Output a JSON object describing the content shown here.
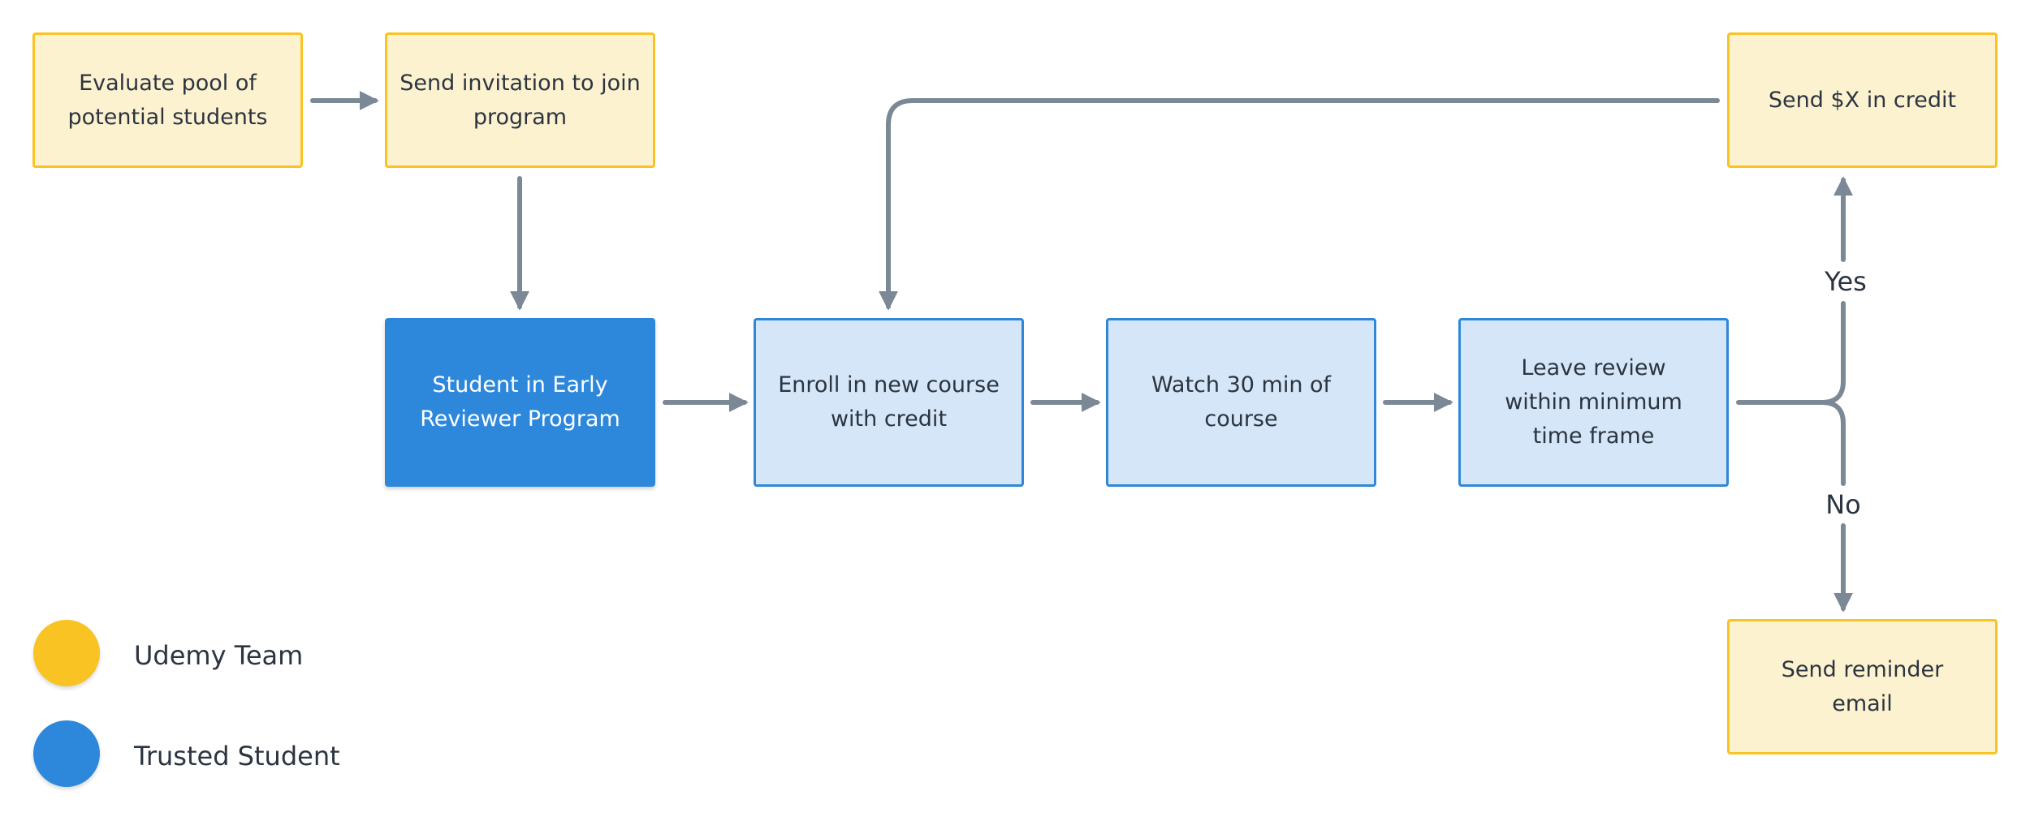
{
  "diagram": {
    "nodes": {
      "evaluate": "Evaluate pool of\npotential students",
      "invite": "Send invitation to join\nprogram",
      "student": "Student in Early\nReviewer Program",
      "enroll": "Enroll in new course\nwith credit",
      "watch": "Watch 30 min of\ncourse",
      "review": "Leave review\nwithin minimum\ntime frame",
      "credit": "Send $X in credit",
      "reminder": "Send reminder\nemail"
    },
    "branches": {
      "yes": "Yes",
      "no": "No"
    }
  },
  "legend": {
    "team": {
      "label": "Udemy Team",
      "color": "#f8c323"
    },
    "student": {
      "label": "Trusted Student",
      "color": "#2d88dc"
    }
  },
  "colors": {
    "connector": "#7b8895",
    "team_fill": "#fdf2cf",
    "team_border": "#f8c323",
    "student_fill": "#d4e6f8",
    "student_border": "#2f87d7",
    "student_dark": "#2d88dc"
  }
}
